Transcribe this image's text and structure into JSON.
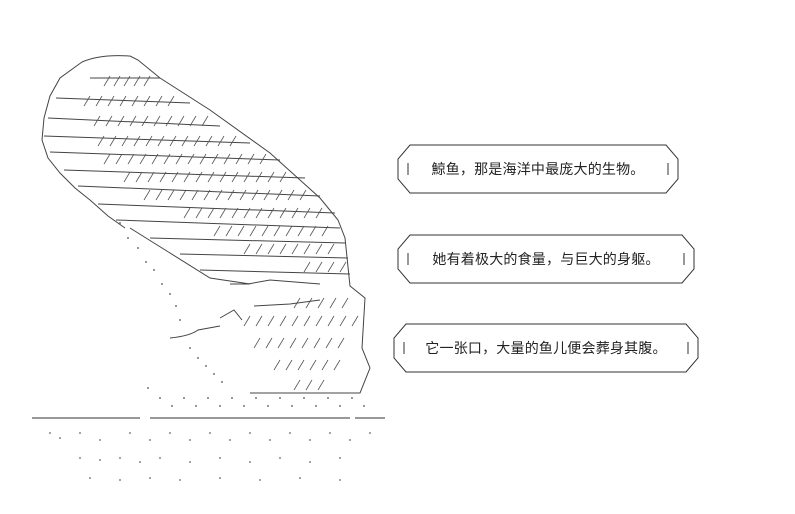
{
  "caption_bubbles": [
    {
      "text": "鯨鱼，那是海洋中最庞大的生物。"
    },
    {
      "text": "她有着极大的食量，与巨大的身躯。"
    },
    {
      "text": "它一张口，大量的鱼儿便会葬身其腹。"
    }
  ],
  "colors": {
    "background": "#ffffff",
    "line": "#333333",
    "text": "#222222"
  }
}
